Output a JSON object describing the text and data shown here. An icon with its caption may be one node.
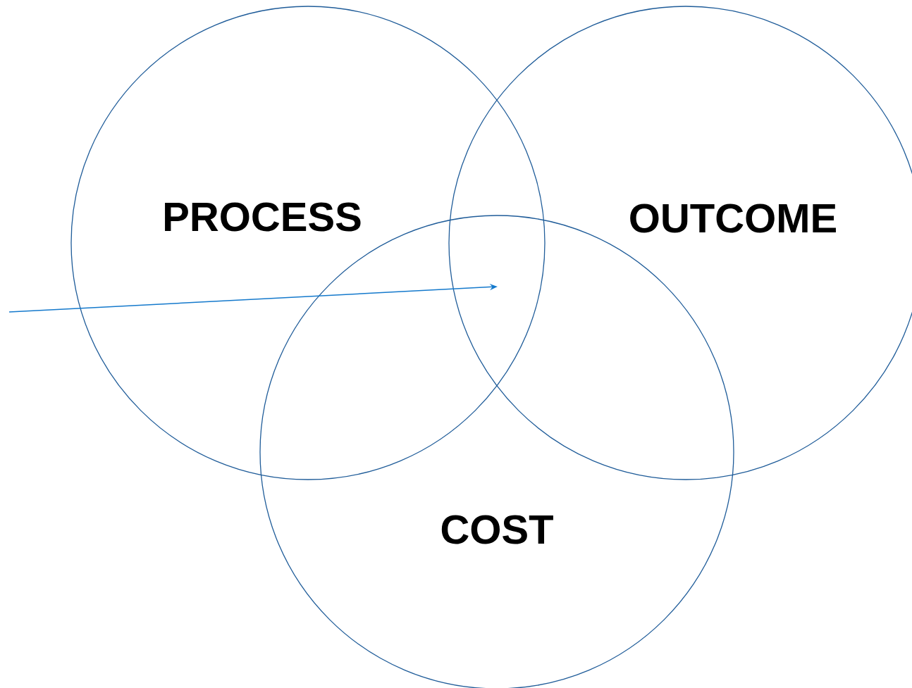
{
  "diagram": {
    "nodes": [
      {
        "text": [
          "PROCESS"
        ]
      },
      {
        "text": [
          "OUTCOME"
        ]
      },
      {
        "text": [
          "COST"
        ]
      }
    ],
    "edges": [
      {
        "from": null,
        "to": 1,
        "arrow": "to"
      }
    ]
  }
}
